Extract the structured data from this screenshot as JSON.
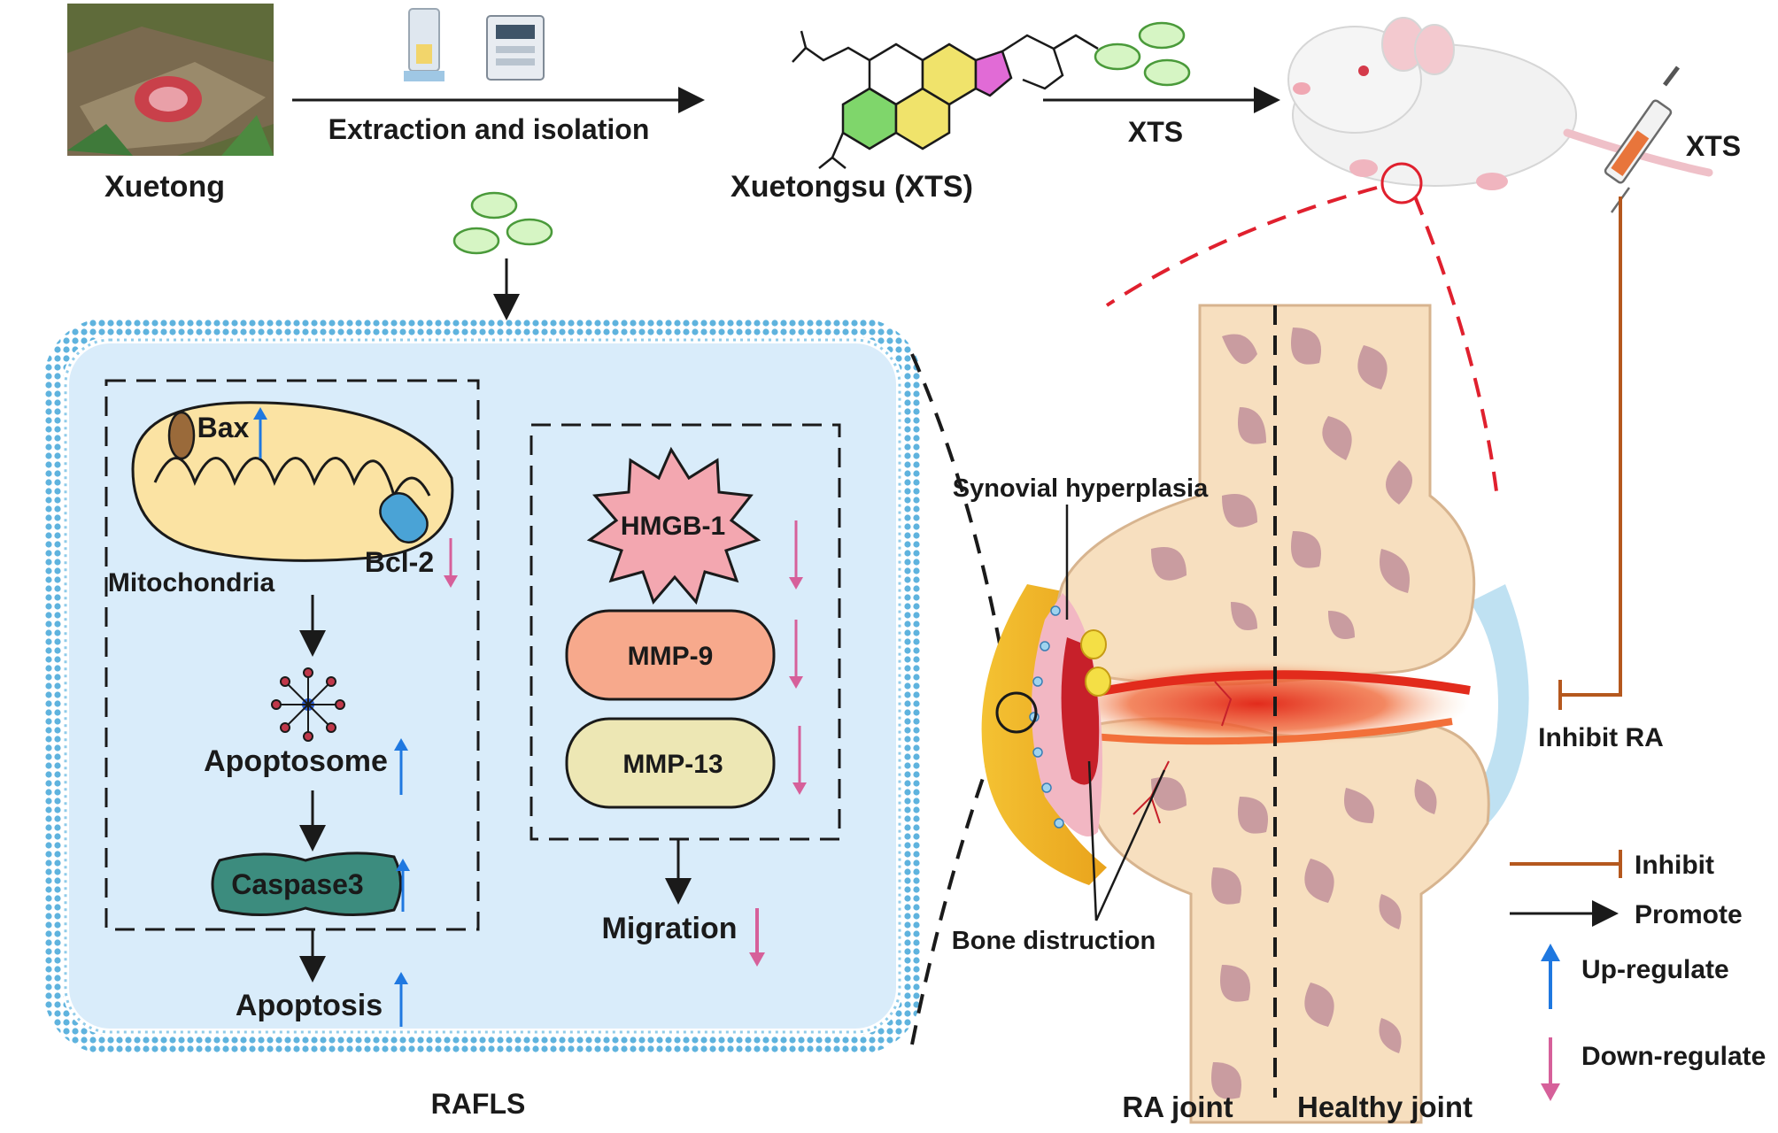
{
  "top": {
    "source_label": "Xuetong",
    "step1_label": "Extraction and isolation",
    "compound_label": "Xuetongsu (XTS)",
    "step2_label": "XTS",
    "injection_label": "XTS"
  },
  "cell": {
    "name": "RAFLS",
    "mito": {
      "bax": "Bax",
      "bcl2": "Bcl-2",
      "mitochondria": "Mitochondria",
      "apoptosome": "Apoptosome",
      "caspase": "Caspase3",
      "apoptosis": "Apoptosis"
    },
    "migration": {
      "hmgb1": "HMGB-1",
      "mmp9": "MMP-9",
      "mmp13": "MMP-13",
      "migration": "Migration"
    }
  },
  "joint": {
    "synovial": "Synovial hyperplasia",
    "bone": "Bone distruction",
    "ra_joint": "RA joint",
    "healthy_joint": "Healthy joint",
    "inhibit_ra": "Inhibit RA"
  },
  "legend": {
    "inhibit": "Inhibit",
    "promote": "Promote",
    "up": "Up-regulate",
    "down": "Down-regulate"
  },
  "colors": {
    "membrane": "#5fb3de",
    "cell_fill": "#d9ecfa",
    "up_arrow": "#1f78e0",
    "down_arrow": "#d6609a",
    "inhibit_line": "#b5581e",
    "bone": "#f7dfbf",
    "bone_spot": "#c99ca0",
    "hmgb1": "#f3a7b0",
    "mmp9": "#f7a98c",
    "mmp13": "#ede7b4",
    "caspase": "#3c8c7e",
    "mito": "#fbe3a3"
  }
}
